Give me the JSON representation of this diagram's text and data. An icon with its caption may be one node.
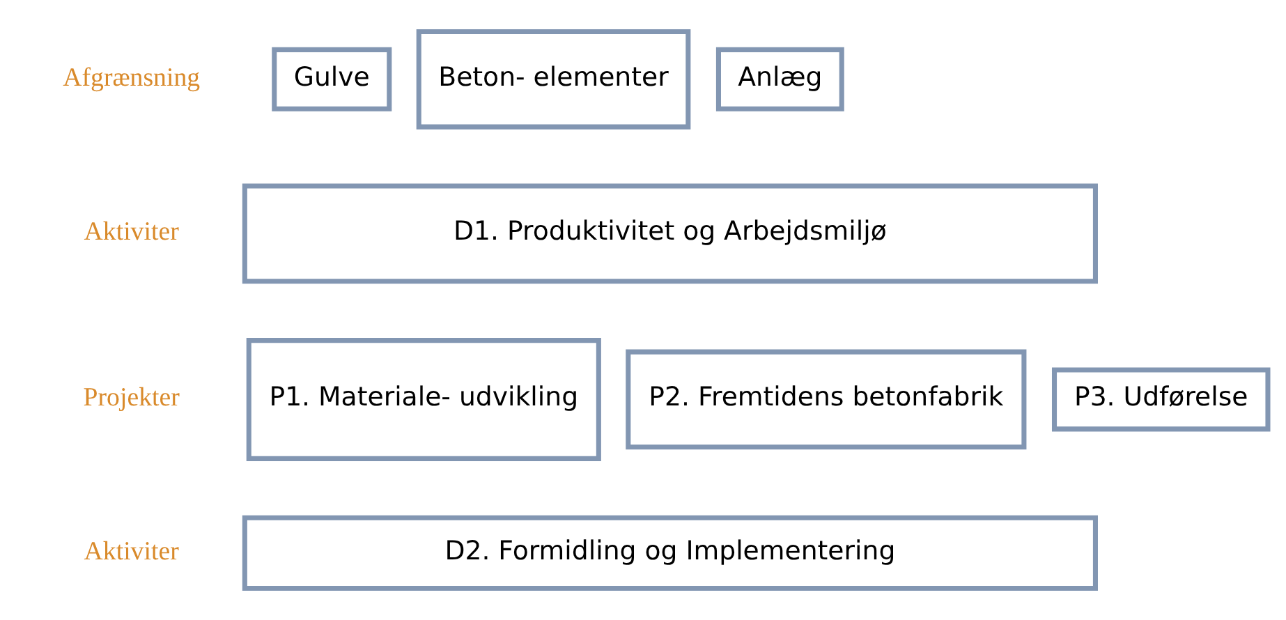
{
  "diagram": {
    "nodes": [
      {
        "text": [
          "Gulve"
        ]
      },
      {
        "text": [
          "Beton- elementer"
        ]
      },
      {
        "text": [
          "Anlæg"
        ]
      },
      {
        "text": [
          "D1. Produktivitet og Arbejdsmiljø"
        ]
      },
      {
        "text": [
          "P1. Materiale- udvikling"
        ]
      },
      {
        "text": [
          "P2. Fremtidens betonfabrik"
        ]
      },
      {
        "text": [
          "P3. Udførelse"
        ]
      },
      {
        "text": [
          "D2. Formidling og Implementering"
        ]
      }
    ],
    "labels": [
      "Afgrænsning",
      "Aktiviter",
      "Projekter",
      "Aktiviter"
    ]
  }
}
